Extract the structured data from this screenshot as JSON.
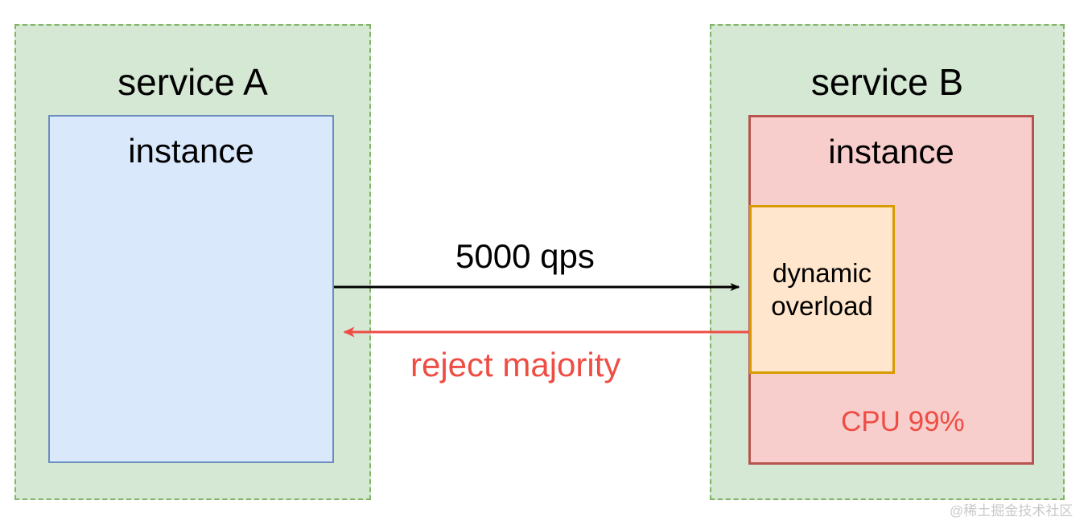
{
  "diagram": {
    "groups": [
      {
        "name": "service-a",
        "title": "service A",
        "instance_label": "instance",
        "instance_style": "blue"
      },
      {
        "name": "service-b",
        "title": "service B",
        "instance_label": "instance",
        "instance_style": "red",
        "sub_box": {
          "line1": "dynamic",
          "line2": "overload"
        },
        "status": "CPU 99%"
      }
    ],
    "edges": [
      {
        "name": "request-edge",
        "label": "5000 qps",
        "direction": "a-to-b",
        "color": "#000000"
      },
      {
        "name": "reject-edge",
        "label": "reject majority",
        "direction": "b-to-a",
        "color": "#EE4D44"
      }
    ],
    "watermark": "@稀土掘金技术社区",
    "colors": {
      "group_fill": "#D5E8D4",
      "group_border": "#82B366",
      "instance_blue_fill": "#DAE8FC",
      "instance_blue_border": "#6C8EBF",
      "instance_red_fill": "#F8CECC",
      "instance_red_border": "#B85450",
      "overload_fill": "#FFE6CC",
      "overload_border": "#D79B00",
      "alert_text": "#EE4D44"
    }
  }
}
